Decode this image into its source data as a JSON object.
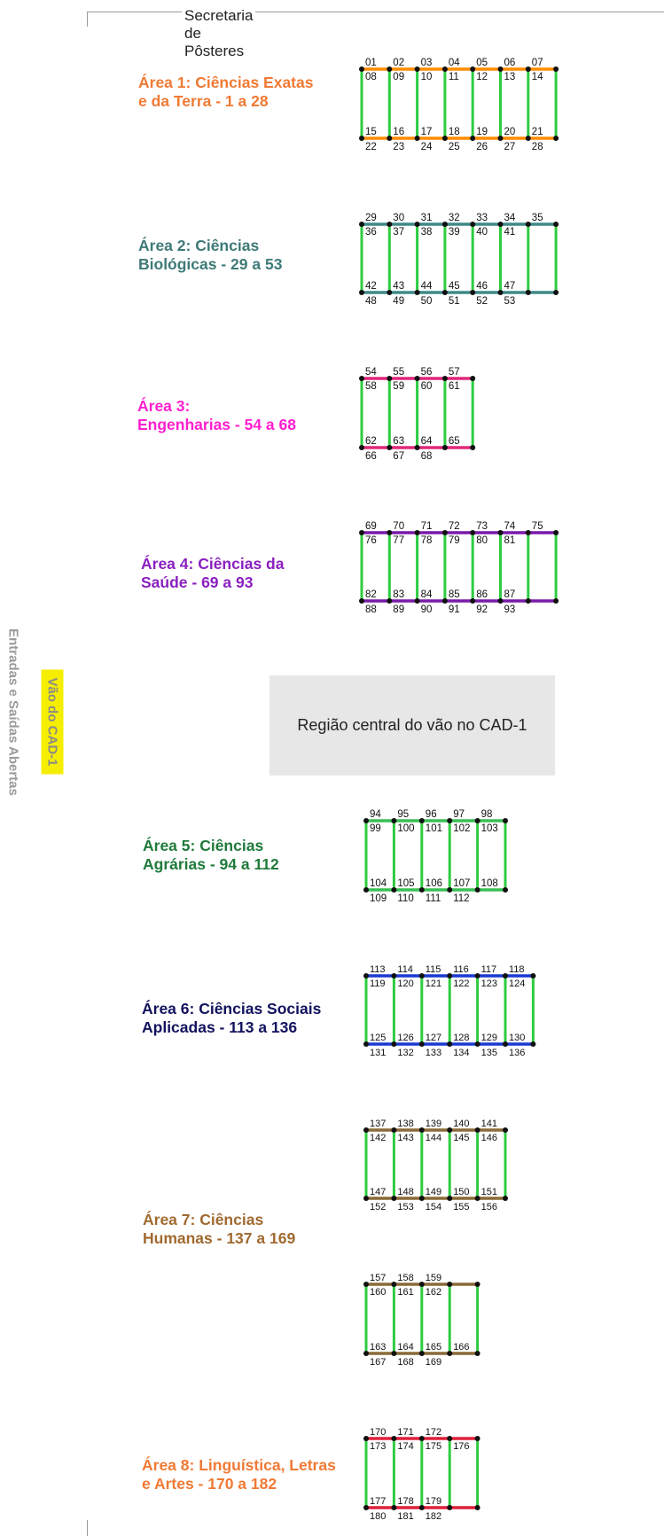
{
  "header": {
    "title": "Secretaria de Pôsteres"
  },
  "side": {
    "entrance_label": "Entradas e Saídas Abertas",
    "vao_label": "Vão do CAD-1"
  },
  "central": {
    "label": "Região central do vão no CAD-1"
  },
  "colors": {
    "green_post": "#2ecc40",
    "node": "#111111"
  },
  "areas": [
    {
      "line1": "Área 1: Ciências Exatas",
      "line2": "e da Terra - 1 a 28",
      "color": "#f07a34",
      "bar": "#ff8c00"
    },
    {
      "line1": "Área 2: Ciências",
      "line2": "Biológicas - 29 a 53",
      "color": "#3e7a78",
      "bar": "#3e8a88"
    },
    {
      "line1": "Área 3:",
      "line2": "Engenharias - 54 a 68",
      "color": "#ff1fd0",
      "bar": "#e0287a"
    },
    {
      "line1": "Área 4: Ciências da",
      "line2": "Saúde - 69 a 93",
      "color": "#8a1fc0",
      "bar": "#7a1aa8"
    },
    {
      "line1": "Área 5: Ciências",
      "line2": "Agrárias - 94 a 112",
      "color": "#1f7a3a",
      "bar": "#3abf55"
    },
    {
      "line1": "Área 6: Ciências Sociais",
      "line2": "Aplicadas - 113 a 136",
      "color": "#12125e",
      "bar": "#1a3ad0"
    },
    {
      "line1": "Área 7: Ciências",
      "line2": "Humanas - 137 a 169",
      "color": "#a06a30",
      "bar": "#8a6a38"
    },
    {
      "line1": "Área 8: Linguística, Letras",
      "line2": "e Artes - 170 a 182",
      "color": "#f07a34",
      "bar": "#e0203a"
    }
  ],
  "blocks": [
    {
      "top": [
        "01",
        "02",
        "03",
        "04",
        "05",
        "06",
        "07"
      ],
      "upper": [
        "08",
        "09",
        "10",
        "11",
        "12",
        "13",
        "14"
      ],
      "lower": [
        "15",
        "16",
        "17",
        "18",
        "19",
        "20",
        "21"
      ],
      "bottom": [
        "22",
        "23",
        "24",
        "25",
        "26",
        "27",
        "28"
      ]
    },
    {
      "top": [
        "29",
        "30",
        "31",
        "32",
        "33",
        "34",
        "35"
      ],
      "upper": [
        "36",
        "37",
        "38",
        "39",
        "40",
        "41"
      ],
      "lower": [
        "42",
        "43",
        "44",
        "45",
        "46",
        "47"
      ],
      "bottom": [
        "48",
        "49",
        "50",
        "51",
        "52",
        "53"
      ]
    },
    {
      "top": [
        "54",
        "55",
        "56",
        "57"
      ],
      "upper": [
        "58",
        "59",
        "60",
        "61"
      ],
      "lower": [
        "62",
        "63",
        "64",
        "65"
      ],
      "bottom": [
        "66",
        "67",
        "68"
      ]
    },
    {
      "top": [
        "69",
        "70",
        "71",
        "72",
        "73",
        "74",
        "75"
      ],
      "upper": [
        "76",
        "77",
        "78",
        "79",
        "80",
        "81"
      ],
      "lower": [
        "82",
        "83",
        "84",
        "85",
        "86",
        "87"
      ],
      "bottom": [
        "88",
        "89",
        "90",
        "91",
        "92",
        "93"
      ]
    },
    {
      "top": [
        "94",
        "95",
        "96",
        "97",
        "98"
      ],
      "upper": [
        "99",
        "100",
        "101",
        "102",
        "103"
      ],
      "lower": [
        "104",
        "105",
        "106",
        "107",
        "108"
      ],
      "bottom": [
        "109",
        "110",
        "111",
        "112"
      ]
    },
    {
      "top": [
        "113",
        "114",
        "115",
        "116",
        "117",
        "118"
      ],
      "upper": [
        "119",
        "120",
        "121",
        "122",
        "123",
        "124"
      ],
      "lower": [
        "125",
        "126",
        "127",
        "128",
        "129",
        "130"
      ],
      "bottom": [
        "131",
        "132",
        "133",
        "134",
        "135",
        "136"
      ]
    },
    {
      "top": [
        "137",
        "138",
        "139",
        "140",
        "141"
      ],
      "upper": [
        "142",
        "143",
        "144",
        "145",
        "146"
      ],
      "lower": [
        "147",
        "148",
        "149",
        "150",
        "151"
      ],
      "bottom": [
        "152",
        "153",
        "154",
        "155",
        "156"
      ]
    },
    {
      "top": [
        "157",
        "158",
        "159"
      ],
      "upper": [
        "160",
        "161",
        "162"
      ],
      "lower": [
        "163",
        "164",
        "165",
        "166"
      ],
      "bottom": [
        "167",
        "168",
        "169"
      ]
    },
    {
      "top": [
        "170",
        "171",
        "172"
      ],
      "upper": [
        "173",
        "174",
        "175",
        "176"
      ],
      "lower": [
        "177",
        "178",
        "179"
      ],
      "bottom": [
        "180",
        "181",
        "182"
      ]
    }
  ]
}
